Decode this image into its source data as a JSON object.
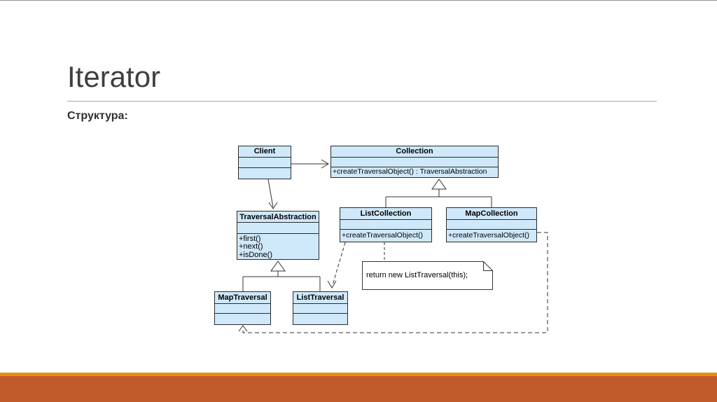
{
  "slide": {
    "title": "Iterator",
    "subtitle": "Структура:"
  },
  "colors": {
    "footer_stripe": "#ED8C11",
    "footer_band": "#C05A2B",
    "box_fill": "#CFE8FA",
    "box_border": "#2B2B2B",
    "title_color": "#3F3F3F",
    "line_color": "#333333"
  },
  "diagram": {
    "classes": {
      "client": {
        "name": "Client"
      },
      "collection": {
        "name": "Collection",
        "method": "+createTraversalObject() : TraversalAbstraction"
      },
      "list_collection": {
        "name": "ListCollection",
        "method": "+createTraversalObject()"
      },
      "map_collection": {
        "name": "MapCollection",
        "method": "+createTraversalObject()"
      },
      "traversal_abstraction": {
        "name": "TraversalAbstraction",
        "methods": [
          "+first()",
          "+next()",
          "+isDone()"
        ]
      },
      "map_traversal": {
        "name": "MapTraversal"
      },
      "list_traversal": {
        "name": "ListTraversal"
      }
    },
    "note": {
      "text": "return new ListTraversal(this);"
    }
  }
}
